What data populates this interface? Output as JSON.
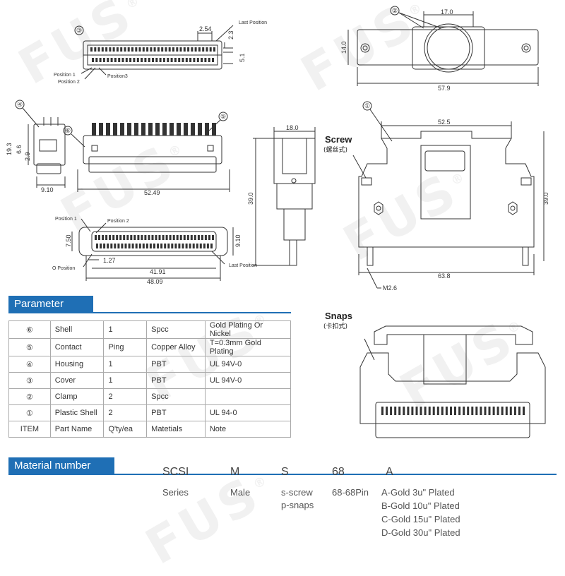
{
  "watermark": {
    "text": "FUS",
    "mark": "®"
  },
  "drawings": {
    "top_left": {
      "callout": "③",
      "dims": [
        "2.54",
        "2.3",
        "5.1"
      ],
      "labels": [
        "Last Position",
        "Position 1",
        "Position 2",
        "Position3"
      ]
    },
    "top_right": {
      "callout": "②",
      "dims": [
        "17.0",
        "14.0",
        "57.9"
      ]
    },
    "side_small": {
      "callout": "④",
      "dims": [
        "19.3",
        "6.6",
        "2.9",
        "9.10"
      ]
    },
    "front_pins": {
      "callouts": [
        "⑤",
        "⑥"
      ],
      "dims": [
        "52.49"
      ]
    },
    "side_view": {
      "dims": [
        "18.0",
        "39.0"
      ]
    },
    "shell_front": {
      "callout": "①",
      "screw_label": "Screw",
      "screw_cn": "(螺丝式)",
      "dims": [
        "52.5",
        "39.0",
        "63.8",
        "M2.6"
      ]
    },
    "bottom_view": {
      "labels": [
        "Position 1",
        "Position 2",
        "O Position",
        "Last Position"
      ],
      "dims": [
        "7.50",
        "1.27",
        "9.10",
        "41.91",
        "48.09"
      ]
    },
    "snaps_view": {
      "snaps_label": "Snaps",
      "snaps_cn": "(卡扣式)"
    }
  },
  "parameter": {
    "title": "Parameter",
    "rows": [
      [
        "⑥",
        "Shell",
        "1",
        "Spcc",
        "Gold Plating Or Nickel"
      ],
      [
        "⑤",
        "Contact",
        "Ping",
        "Copper Alloy",
        "T=0.3mm Gold Plating"
      ],
      [
        "④",
        "Housing",
        "1",
        "PBT",
        "UL 94V-0"
      ],
      [
        "③",
        "Cover",
        "1",
        "PBT",
        "UL 94V-0"
      ],
      [
        "②",
        "Clamp",
        "2",
        "Spcc",
        ""
      ],
      [
        "①",
        "Plastic Shell",
        "2",
        "PBT",
        "UL 94-0"
      ],
      [
        "ITEM",
        "Part Name",
        "Q'ty/ea",
        "Matetials",
        "Note"
      ]
    ]
  },
  "material": {
    "title": "Material number",
    "codes": [
      "SCSI",
      "M",
      "S",
      "68",
      "A"
    ],
    "meanings": {
      "series": "Series",
      "male": "Male",
      "screw": "s-screw",
      "snaps": "p-snaps",
      "pins": "68-68Pin",
      "plating": [
        "A-Gold 3u\" Plated",
        "B-Gold 10u\" Plated",
        "C-Gold 15u\" Plated",
        "D-Gold 30u\" Plated"
      ]
    }
  },
  "colors": {
    "accent": "#1f6fb5",
    "line": "#333333"
  }
}
